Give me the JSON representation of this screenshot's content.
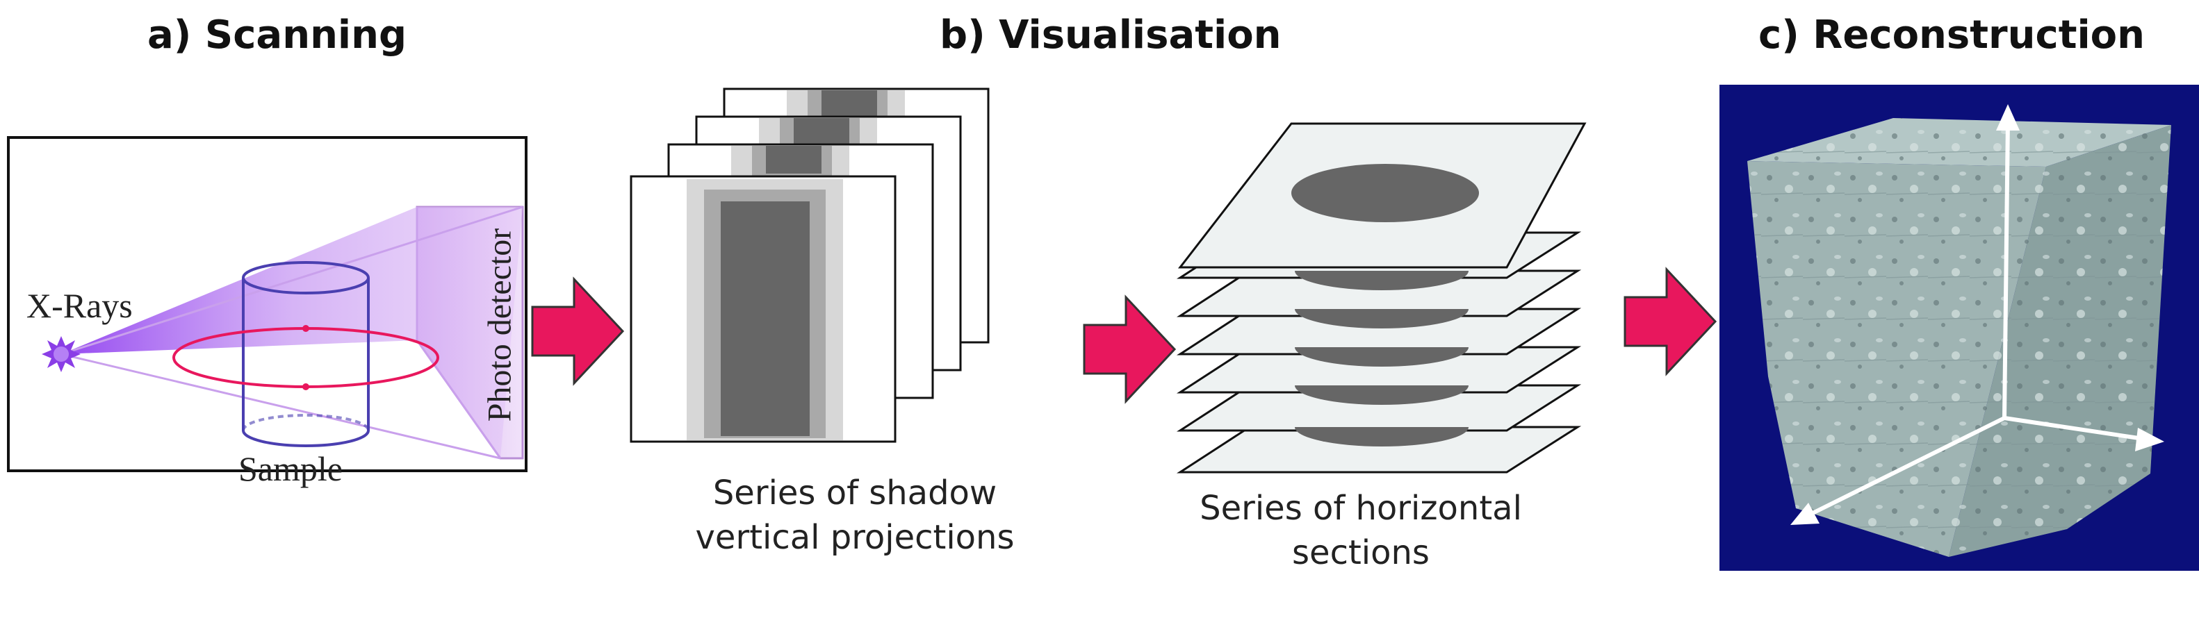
{
  "panels": {
    "scanning": {
      "title": "a) Scanning",
      "labels": {
        "xrays": "X-Rays",
        "sample": "Sample",
        "detector": "Photo detector"
      }
    },
    "visualisation": {
      "title": "b) Visualisation",
      "projections_caption": [
        "Series of shadow",
        "vertical projections"
      ],
      "sections_caption": [
        "Series of horizontal",
        "sections"
      ]
    },
    "reconstruction": {
      "title": "c) Reconstruction"
    }
  },
  "colors": {
    "arrow": "#e8175d",
    "beam": "#b77af0",
    "sample_outline": "#4a3fb0",
    "orbit": "#e8175d",
    "volume_background": "#0b0f7a",
    "volume": "#a9bdbc",
    "ellipse": "#666666"
  },
  "icons": [
    "xray-source-icon",
    "flow-arrow-icon",
    "axis-arrow-icon"
  ]
}
